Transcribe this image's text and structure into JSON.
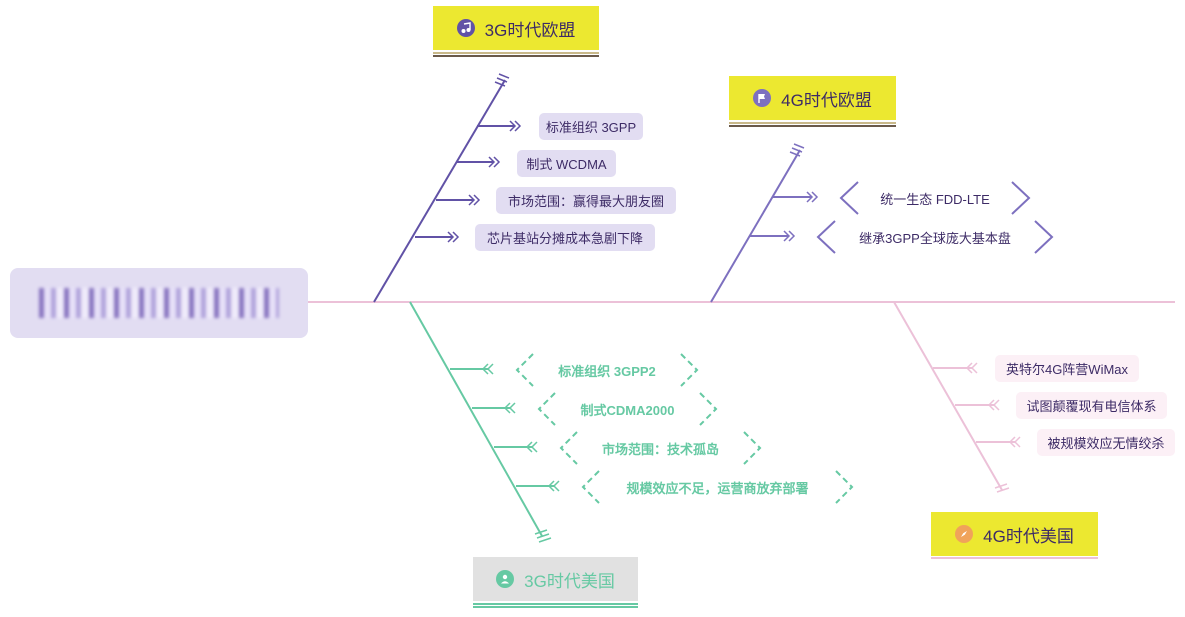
{
  "colors": {
    "spine": "#ecc1d8",
    "purple": "#6152a6",
    "light_purple": "#7d70bf",
    "green": "#66c9a3",
    "pink": "#ecc1d8",
    "yellow": "#ece830",
    "gray": "#e1e1e1"
  },
  "branches": {
    "eu3g": {
      "title": "3G时代欧盟",
      "icon": "music-note-icon",
      "items": [
        "标准组织 3GPP",
        "制式 WCDMA",
        "市场范围：赢得最大朋友圈",
        "芯片基站分摊成本急剧下降"
      ]
    },
    "eu4g": {
      "title": "4G时代欧盟",
      "icon": "flag-icon",
      "items": [
        "统一生态 FDD-LTE",
        "继承3GPP全球庞大基本盘"
      ]
    },
    "us3g": {
      "title": "3G时代美国",
      "icon": "user-icon",
      "items": [
        "标准组织 3GPP2",
        "制式CDMA2000",
        "市场范围：技术孤岛",
        "规模效应不足，运营商放弃部署"
      ]
    },
    "us4g": {
      "title": "4G时代美国",
      "icon": "compass-icon",
      "items": [
        "英特尔4G阵营WiMax",
        "试图颠覆现有电信体系",
        "被规模效应无情绞杀"
      ]
    }
  }
}
